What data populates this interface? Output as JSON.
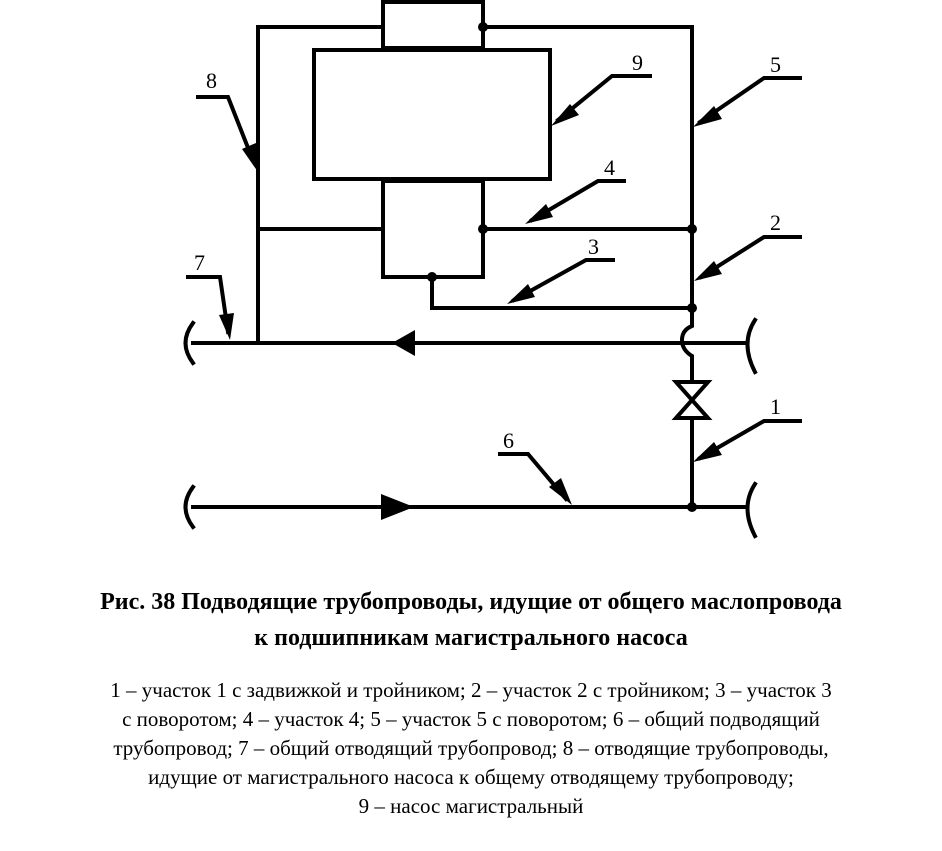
{
  "figure": {
    "labels": [
      "1",
      "2",
      "3",
      "4",
      "5",
      "6",
      "7",
      "8",
      "9"
    ],
    "caption_line1": "Рис. 38 Подводящие трубопроводы, идущие от общего маслопровода",
    "caption_line2": "к подшипникам магистрального насоса",
    "legend": [
      "1 – участок 1 с задвижкой и тройником; 2 – участок 2 с тройником; 3 – участок 3",
      "с поворотом; 4 – участок 4; 5 – участок 5 с поворотом; 6 – общий подводящий",
      "трубопровод; 7 – общий отводящий трубопровод; 8 – отводящие трубопроводы,",
      "идущие от магистрального насоса к общему отводящему трубопроводу;",
      "9 – насос магистральный"
    ]
  }
}
